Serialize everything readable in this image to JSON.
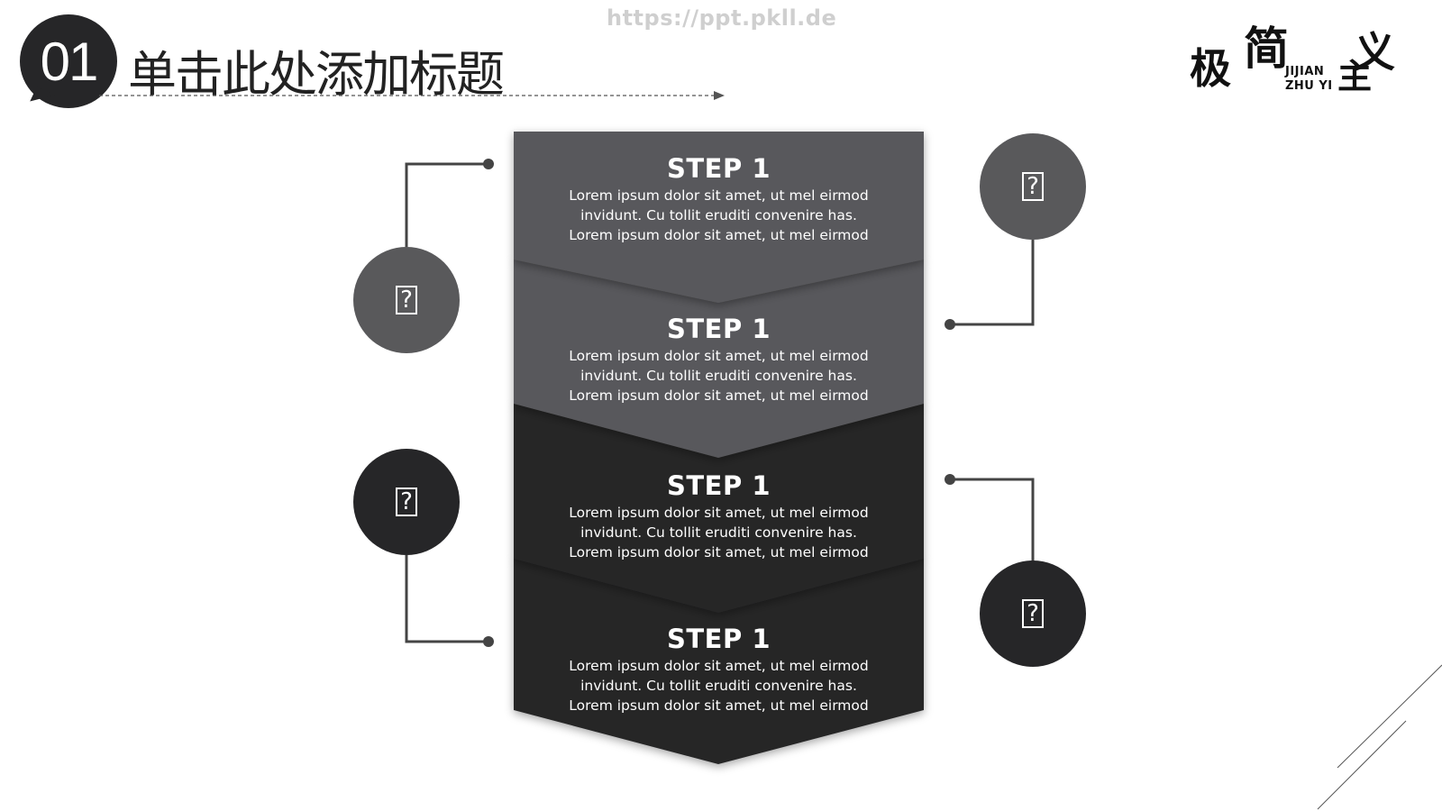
{
  "header": {
    "number": "01",
    "title": "单击此处添加标题",
    "watermark": "https://ppt.pkll.de"
  },
  "logo": {
    "chars": [
      "极",
      "简",
      "主",
      "义"
    ],
    "line1": "JIJIAN",
    "line2": "ZHU YI"
  },
  "steps": [
    {
      "title": "STEP 1",
      "lines": [
        "Lorem ipsum dolor sit amet, ut mel eirmod",
        "invidunt. Cu tollit eruditi convenire has.",
        "Lorem ipsum dolor sit amet, ut mel eirmod"
      ]
    },
    {
      "title": "STEP 1",
      "lines": [
        "Lorem ipsum dolor sit amet, ut mel eirmod",
        "invidunt. Cu tollit eruditi convenire has.",
        "Lorem ipsum dolor sit amet, ut mel eirmod"
      ]
    },
    {
      "title": "STEP 1",
      "lines": [
        "Lorem ipsum dolor sit amet, ut mel eirmod",
        "invidunt. Cu tollit eruditi convenire has.",
        "Lorem ipsum dolor sit amet, ut mel eirmod"
      ]
    },
    {
      "title": "STEP 1",
      "lines": [
        "Lorem ipsum dolor sit amet, ut mel eirmod",
        "invidunt. Cu tollit eruditi convenire has.",
        "Lorem ipsum dolor sit amet, ut mel eirmod"
      ]
    }
  ],
  "icons": {
    "circle_glyph": "?",
    "names": [
      "placeholder-icon",
      "placeholder-icon",
      "placeholder-icon",
      "placeholder-icon"
    ]
  },
  "colors": {
    "gray": "#59595b",
    "dark": "#262628",
    "line": "#444444",
    "title_text": "#222222",
    "watermark": "#cfcfcf"
  }
}
